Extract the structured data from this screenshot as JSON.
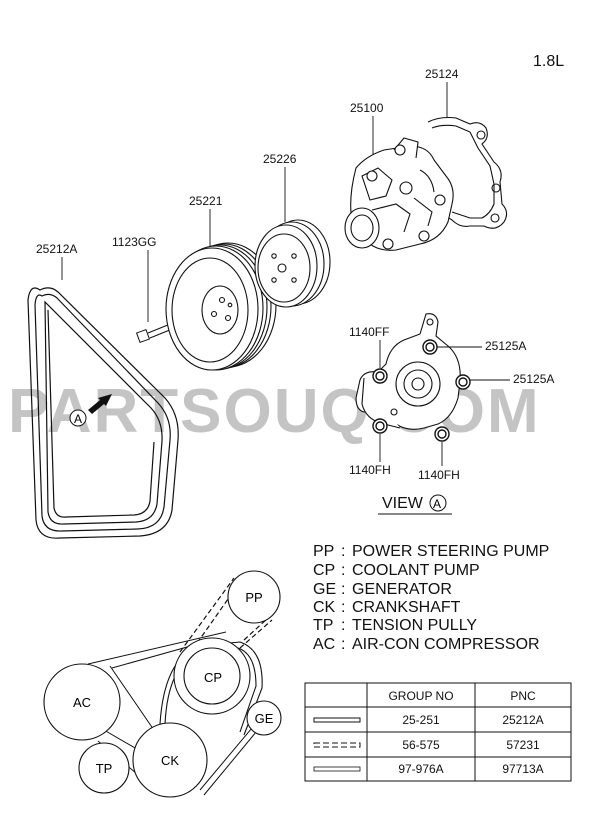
{
  "engine": "1.8L",
  "watermark": "PARTSOUQ.COM",
  "parts": {
    "belt": "25212A",
    "bolt": "1123GG",
    "pulley": "25221",
    "pump_pulley": "25226",
    "pump": "25100",
    "gasket": "25124",
    "view_bolt_left": "1140FF",
    "view_bolt_bl": "1140FH",
    "view_bolt_br": "1140FH",
    "view_oring_1": "25125A",
    "view_oring_2": "25125A"
  },
  "view": {
    "label": "VIEW",
    "marker": "A"
  },
  "legend": [
    {
      "code": "PP",
      "name": "POWER STEERING PUMP"
    },
    {
      "code": "CP",
      "name": "COOLANT PUMP"
    },
    {
      "code": "GE",
      "name": "GENERATOR"
    },
    {
      "code": "CK",
      "name": "CRANKSHAFT"
    },
    {
      "code": "TP",
      "name": "TENSION PULLY"
    },
    {
      "code": "AC",
      "name": "AIR-CON COMPRESSOR"
    }
  ],
  "pulleys": {
    "pp": "PP",
    "cp": "CP",
    "ac": "AC",
    "ge": "GE",
    "tp": "TP",
    "ck": "CK"
  },
  "table": {
    "headers": [
      "",
      "GROUP NO",
      "PNC"
    ],
    "rows": [
      {
        "line": "solid-double",
        "group": "25-251",
        "pnc": "25212A"
      },
      {
        "line": "dashed-double",
        "group": "56-575",
        "pnc": "57231"
      },
      {
        "line": "single-double",
        "group": "97-976A",
        "pnc": "97713A"
      }
    ]
  }
}
